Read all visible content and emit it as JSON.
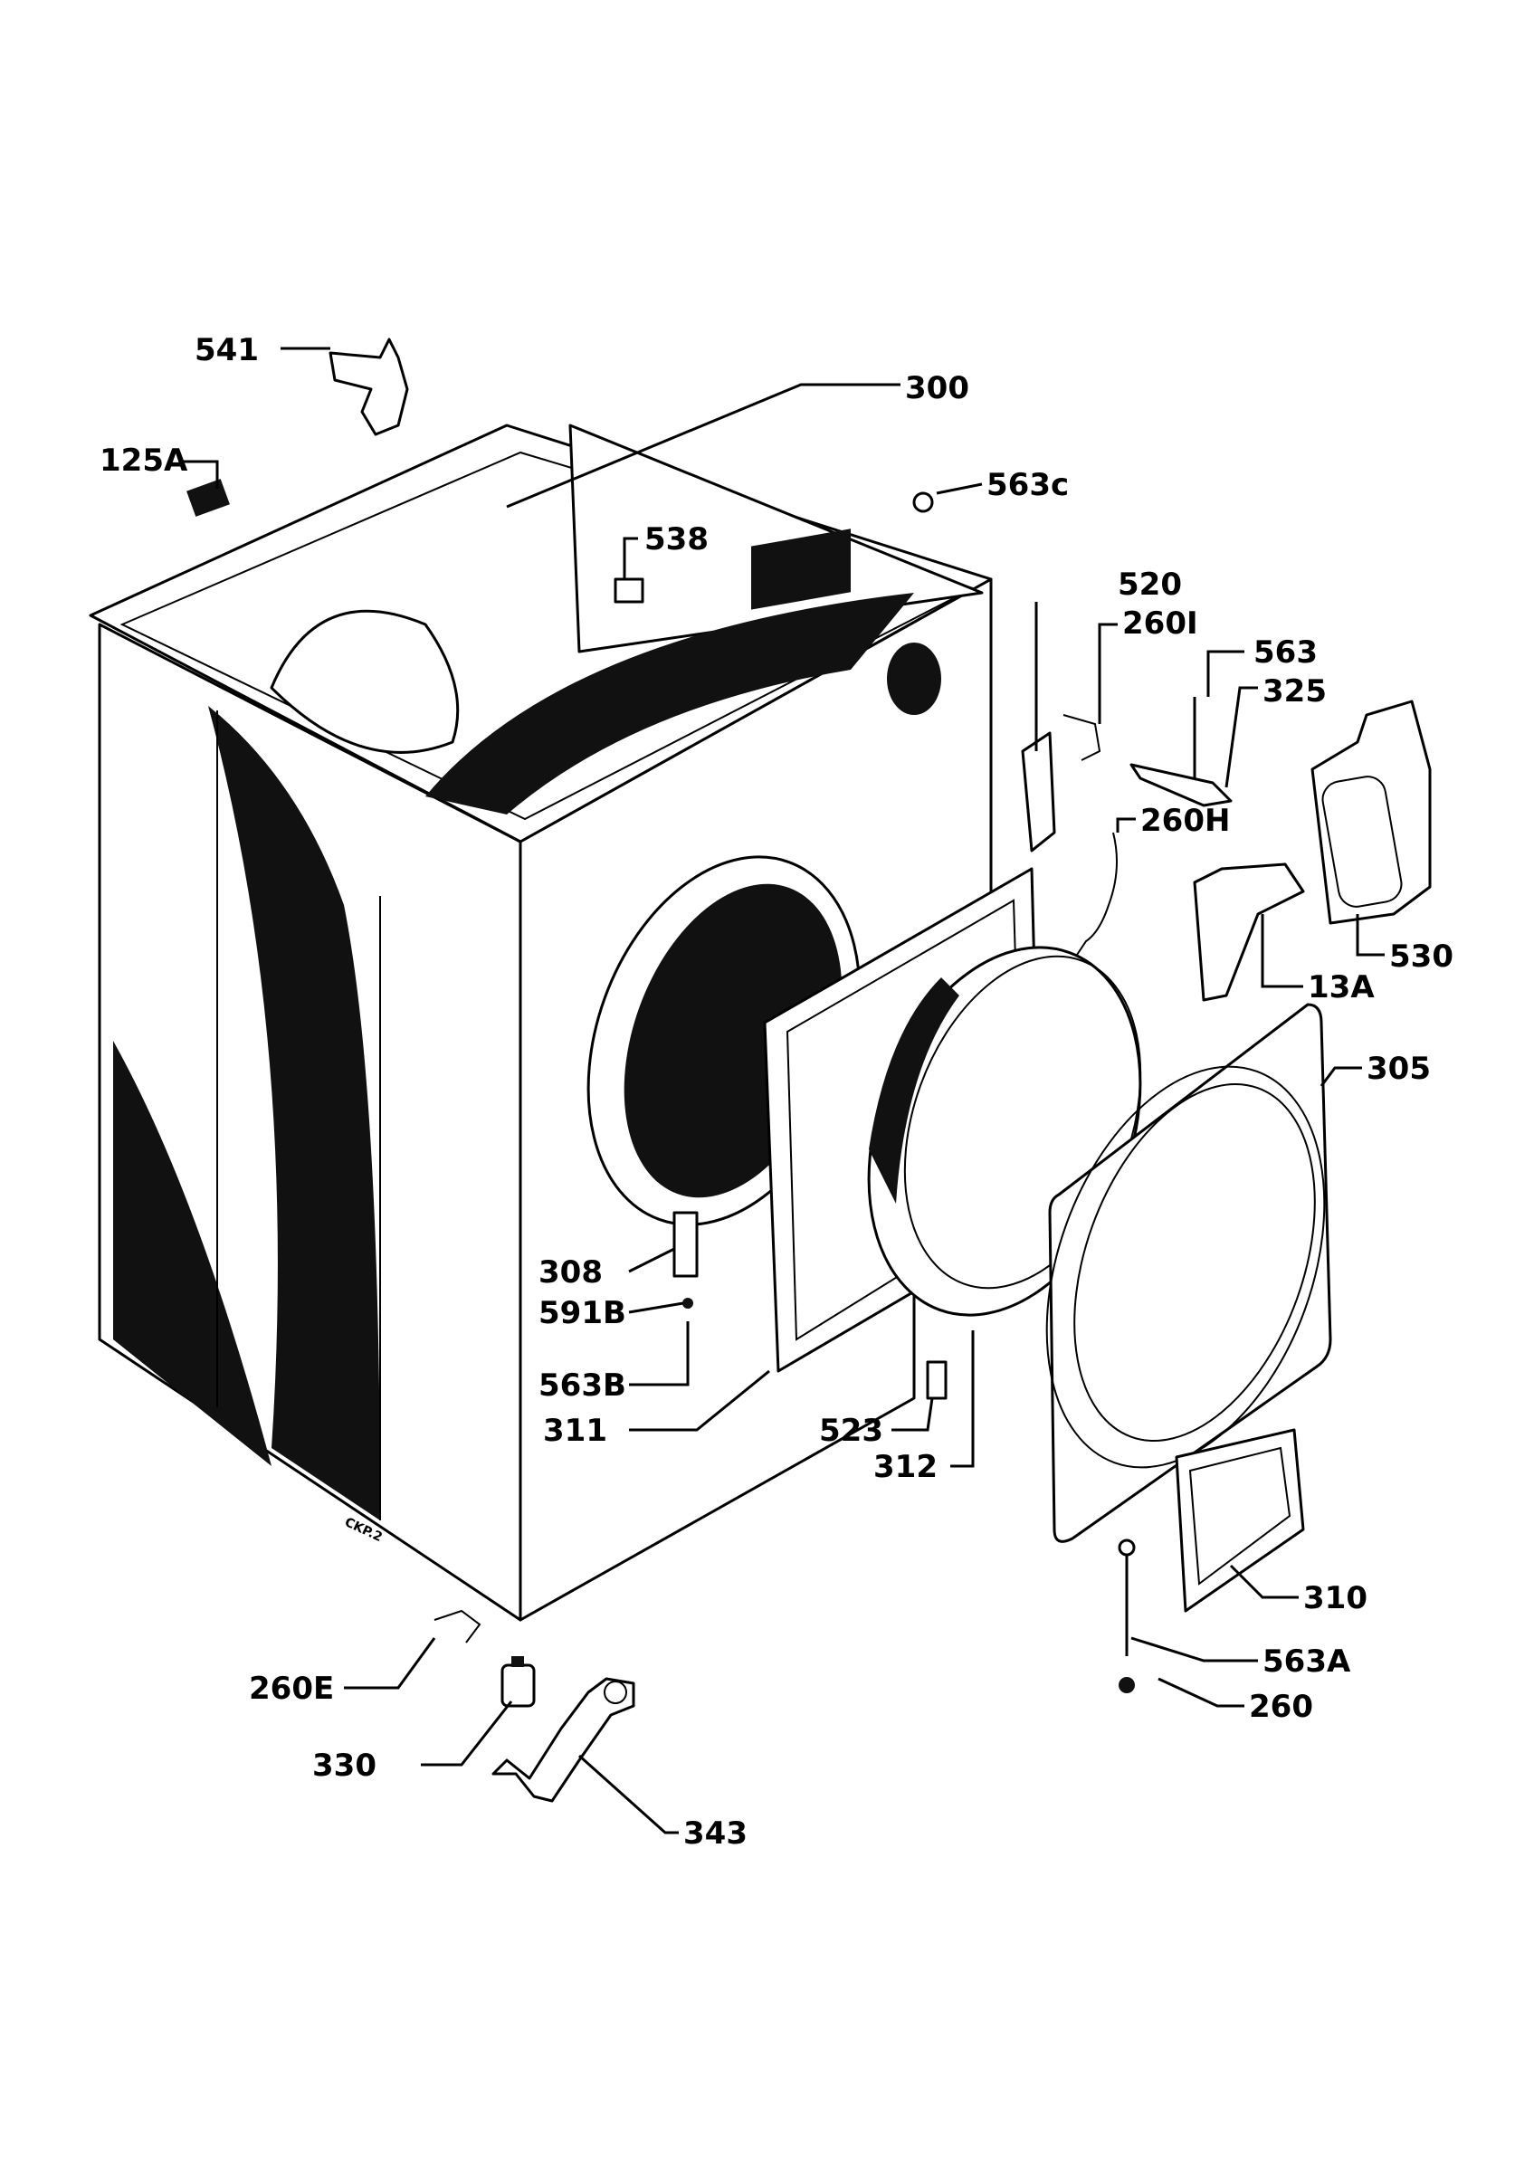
{
  "diagram": {
    "stamp": "CKP.2",
    "labels": {
      "l541": "541",
      "l125a": "125A",
      "l300": "300",
      "l563c": "563c",
      "l538": "538",
      "l520": "520",
      "l260i": "260I",
      "l563": "563",
      "l325": "325",
      "l260h": "260H",
      "l530": "530",
      "l13a": "13A",
      "l305": "305",
      "l308": "308",
      "l591b": "591B",
      "l563b": "563B",
      "l311": "311",
      "l523": "523",
      "l312": "312",
      "l310": "310",
      "l563a": "563A",
      "l260": "260",
      "l260e": "260E",
      "l330": "330",
      "l343": "343"
    }
  }
}
